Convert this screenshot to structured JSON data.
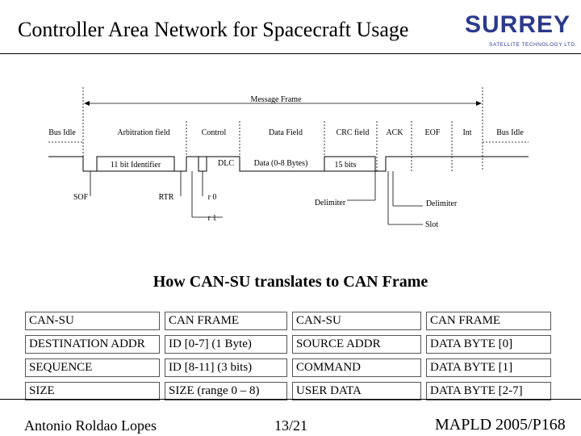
{
  "slide": {
    "title": "Controller Area Network for Spacecraft Usage",
    "logo_word": "SURREY",
    "logo_subtitle": "SATELLITE TECHNOLOGY LTD."
  },
  "diagram": {
    "message_frame_label": "Message Frame",
    "field_labels": [
      "Bus Idle",
      "Arbitration field",
      "Control",
      "Data Field",
      "CRC field",
      "ACK",
      "EOF",
      "Int",
      "Bus Idle"
    ],
    "sub_labels": {
      "identifier": "11 bit Identifier",
      "dlc": "DLC",
      "data_bytes": "Data (0-8 Bytes)",
      "crc_bits": "15 bits",
      "sof": "SOF",
      "rtr": "RTR",
      "r0": "r 0",
      "r1": "r 1",
      "delimiter_crc": "Delimiter",
      "delimiter_ack": "Delimiter",
      "slot": "Slot"
    }
  },
  "section_heading": "How CAN-SU translates to CAN Frame",
  "table": {
    "rows": [
      [
        "CAN-SU",
        "CAN FRAME",
        "CAN-SU",
        "CAN FRAME"
      ],
      [
        "DESTINATION ADDR",
        "ID [0-7] (1 Byte)",
        "SOURCE ADDR",
        "DATA BYTE [0]"
      ],
      [
        "SEQUENCE",
        "ID [8-11] (3 bits)",
        "COMMAND",
        "DATA BYTE [1]"
      ],
      [
        "SIZE",
        "SIZE (range 0 – 8)",
        "USER DATA",
        "DATA BYTE [2-7]"
      ]
    ]
  },
  "footer": {
    "author": "Antonio Roldao Lopes",
    "page": "13/21",
    "conference": "MAPLD 2005/P168"
  }
}
